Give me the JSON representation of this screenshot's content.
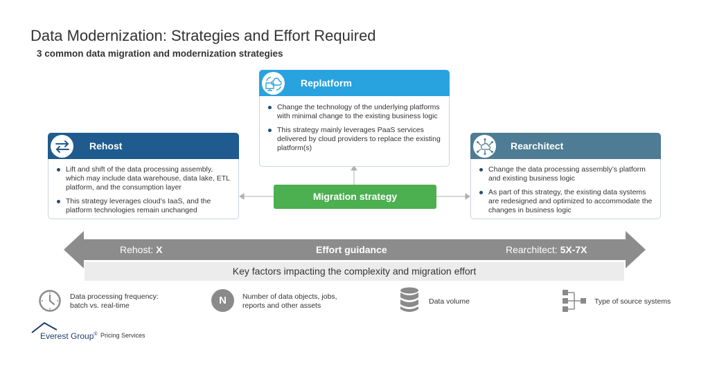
{
  "header": {
    "title": "Data Modernization: Strategies and Effort Required",
    "subtitle": "3 common data migration and modernization strategies"
  },
  "strategies": {
    "rehost": {
      "label": "Rehost",
      "color": "#1f5b8e",
      "bullets": [
        "Lift and shift of the data processing assembly, which may include data warehouse, data lake, ETL platform, and the consumption layer",
        "This strategy leverages cloud’s IaaS, and the platform technologies remain unchanged"
      ]
    },
    "replatform": {
      "label": "Replatform",
      "color": "#29a3df",
      "bullets": [
        "Change the technology of the underlying platforms with minimal change to the existing business logic",
        "This strategy mainly leverages PaaS services delivered by cloud providers to replace the existing platform(s)"
      ]
    },
    "rearchitect": {
      "label": "Rearchitect",
      "color": "#4e7c94",
      "bullets": [
        "Change the data processing assembly’s platform and existing business logic",
        "As part of this strategy, the existing data systems are redesigned and optimized to accommodate the changes in business logic"
      ]
    }
  },
  "center": {
    "label": "Migration strategy",
    "color": "#4caf50"
  },
  "effort": {
    "left_label": "Rehost:",
    "left_value": "X",
    "center_label": "Effort guidance",
    "right_label": "Rearchitect:",
    "right_value": "5X-7X"
  },
  "key_factors": {
    "heading": "Key factors impacting the complexity and migration effort",
    "items": [
      {
        "icon": "clock-icon",
        "text_line1": "Data processing frequency:",
        "text_line2": "batch vs. real-time"
      },
      {
        "icon": "n-circle-icon",
        "glyph": "N",
        "text_line1": "Number of data objects, jobs,",
        "text_line2": "reports and other assets"
      },
      {
        "icon": "database-icon",
        "text_line1": "Data volume",
        "text_line2": ""
      },
      {
        "icon": "hierarchy-icon",
        "text_line1": "Type of source systems",
        "text_line2": ""
      }
    ]
  },
  "footer": {
    "logo_text": "Everest Group",
    "logo_mark": "®",
    "logo_sub": "Pricing Services"
  }
}
